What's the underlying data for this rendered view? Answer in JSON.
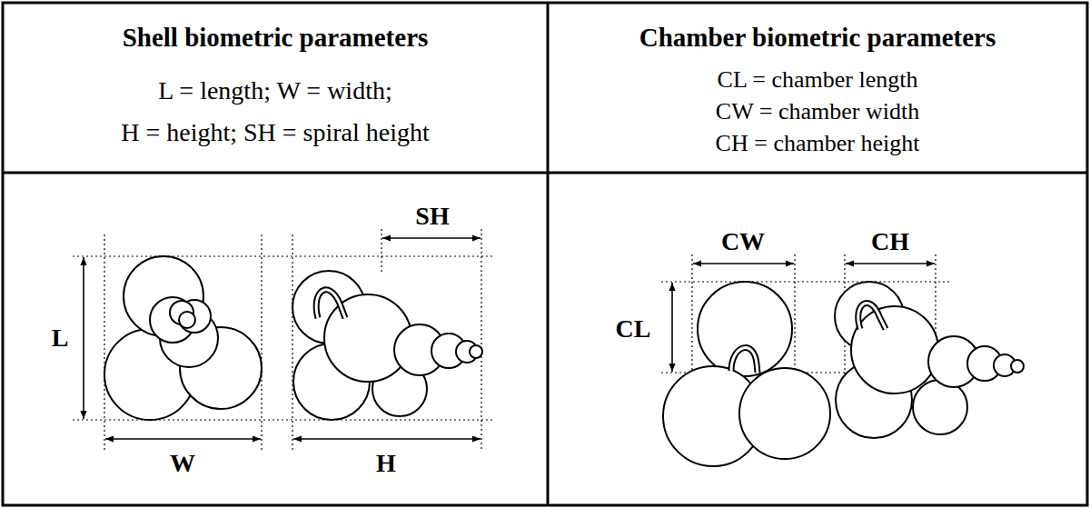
{
  "diagram": {
    "labels": [
      "Shell biometric parameters",
      "L = length; W = width;",
      "H = height; SH = spiral height",
      "Chamber biometric parameters",
      "CL = chamber length",
      "CW = chamber width",
      "CH = chamber height",
      "L",
      "W",
      "SH",
      "H",
      "CW",
      "CH",
      "CL"
    ]
  }
}
